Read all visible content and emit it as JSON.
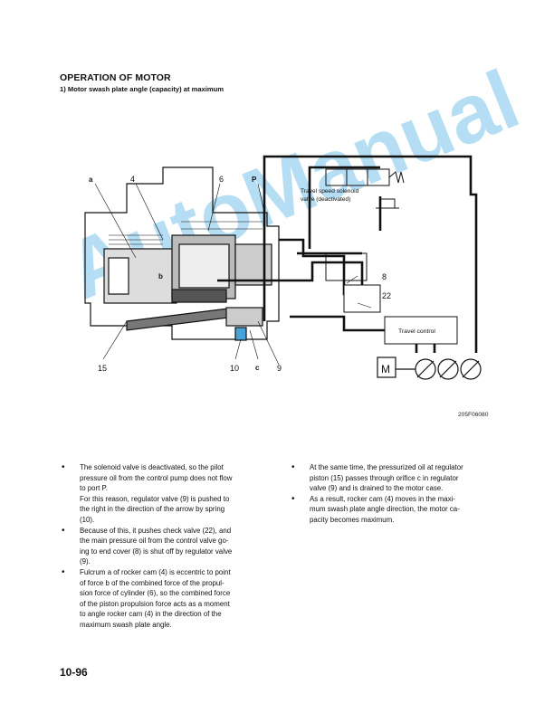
{
  "heading": "OPERATION OF MOTOR",
  "subheading": "1)  Motor swash plate angle (capacity) at maximum",
  "figure": {
    "code": "205F06080",
    "callouts": {
      "a": "a",
      "n4": "4",
      "n6": "6",
      "p": "P",
      "b": "b",
      "n8": "8",
      "n22": "22",
      "n15": "15",
      "n10": "10",
      "c": "c",
      "n9": "9"
    },
    "solenoid_label_1": "Travel speed solenoid",
    "solenoid_label_2": "valve (deactivated)",
    "travel_control": "Travel control",
    "motor_letter": "M"
  },
  "watermark": "AutoManual",
  "left_column": [
    {
      "lines": [
        "The solenoid valve is deactivated, so the pilot",
        "pressure oil from the control pump does not flow",
        "to port P.",
        "For this reason, regulator valve (9) is pushed to",
        "the right in the direction of the arrow by spring",
        "(10)."
      ]
    },
    {
      "lines": [
        "Because of this, it pushes check valve (22), and",
        "the main pressure oil from the control valve go-",
        "ing to end cover (8) is shut off by regulator valve",
        "(9)."
      ]
    },
    {
      "lines": [
        "Fulcrum a of rocker cam (4) is eccentric to point",
        "of force b of the combined force of the propul-",
        "sion force of cylinder (6), so the combined force",
        "of the piston propulsion force acts as a moment",
        "to angle rocker cam (4) in the direction of the",
        "maximum swash plate angle."
      ]
    }
  ],
  "right_column": [
    {
      "lines": [
        "At the same time, the pressurized oil at regulator",
        "piston (15) passes through orifice c in regulator",
        "valve (9) and is drained to the motor case."
      ]
    },
    {
      "lines": [
        "As a result, rocker cam (4) moves in the maxi-",
        "mum swash plate angle direction, the motor ca-",
        "pacity becomes maximum."
      ]
    }
  ],
  "bullet": "•",
  "page_number": "10-96"
}
